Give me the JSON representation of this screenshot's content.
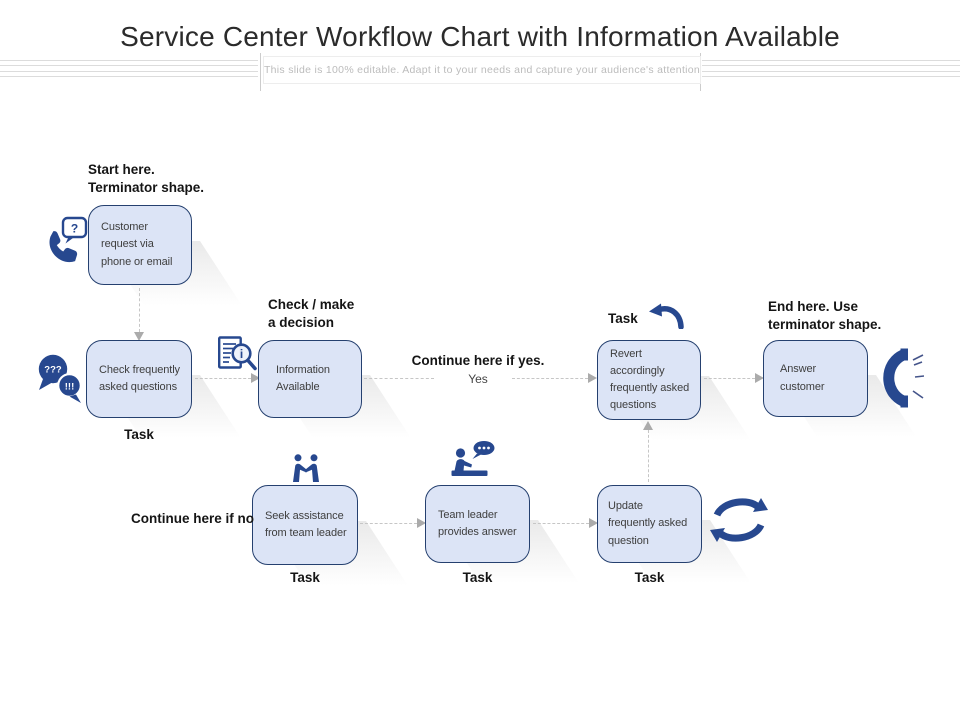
{
  "title": "Service Center Workflow Chart with Information Available",
  "subtitle": "This slide is 100% editable. Adapt it to your needs and capture your audience's attention",
  "nodes": {
    "customer_request": "Customer request via phone or email",
    "check_faq": "Check frequently asked questions",
    "information_available": "Information Available",
    "revert_faq": "Revert accordingly frequently asked questions",
    "answer_customer": "Answer customer",
    "seek_assistance": "Seek assistance from team leader",
    "team_leader": "Team leader provides answer",
    "update_faq": "Update frequently asked question"
  },
  "labels": {
    "start": "Start here.\nTerminator shape.",
    "decision": "Check / make\na decision",
    "end": "End here. Use\nterminator shape.",
    "task": "Task",
    "continue_yes": "Continue here if yes.",
    "yes": "Yes",
    "continue_no": "Continue here if no"
  },
  "icons": {
    "phone_question": {
      "name": "phone-question-icon",
      "bubble_glyph": "?"
    },
    "chat_bubbles": {
      "name": "chat-bubbles-icon",
      "large_glyph": "???",
      "small_glyph": "!!!"
    },
    "document_search": {
      "name": "document-search-icon",
      "info_glyph": "i"
    },
    "undo_arrow": {
      "name": "undo-arrow-icon"
    },
    "phone_handset": {
      "name": "phone-handset-icon"
    },
    "handshake": {
      "name": "handshake-icon"
    },
    "presenter": {
      "name": "presenter-icon"
    },
    "refresh": {
      "name": "refresh-icon"
    }
  },
  "colors": {
    "accent": "#27488f",
    "node_fill": "#dce4f6",
    "node_border": "#25406f",
    "connector": "#c6c6c6"
  }
}
